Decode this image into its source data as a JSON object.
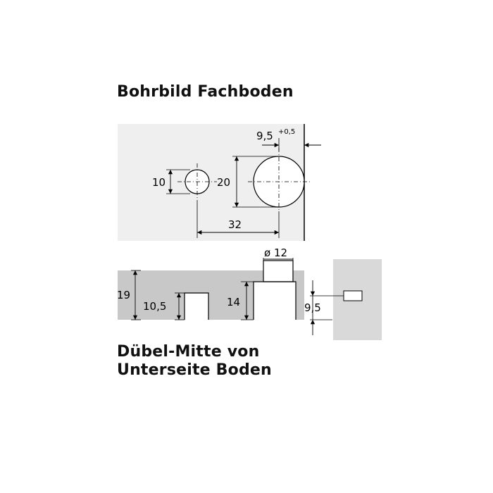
{
  "titles": {
    "top": "Bohrbild Fachboden",
    "bottom_line1": "Dübel-Mitte von",
    "bottom_line2": "Unterseite Boden"
  },
  "dimensions": {
    "edge_offset": "9,5",
    "edge_tolerance": "+0,5",
    "small_hole_diameter": "10",
    "large_hole_diameter": "20",
    "hole_spacing": "32",
    "pin_diameter": "ø 12",
    "board_thickness": "19",
    "small_hole_depth": "10,5",
    "large_hole_depth": "14",
    "dowel_height": "9,5"
  },
  "colors": {
    "board_fill": "#efefef",
    "section_fill": "#c8c8c8",
    "side_panel_fill": "#d9d9d9",
    "line": "#000000"
  }
}
